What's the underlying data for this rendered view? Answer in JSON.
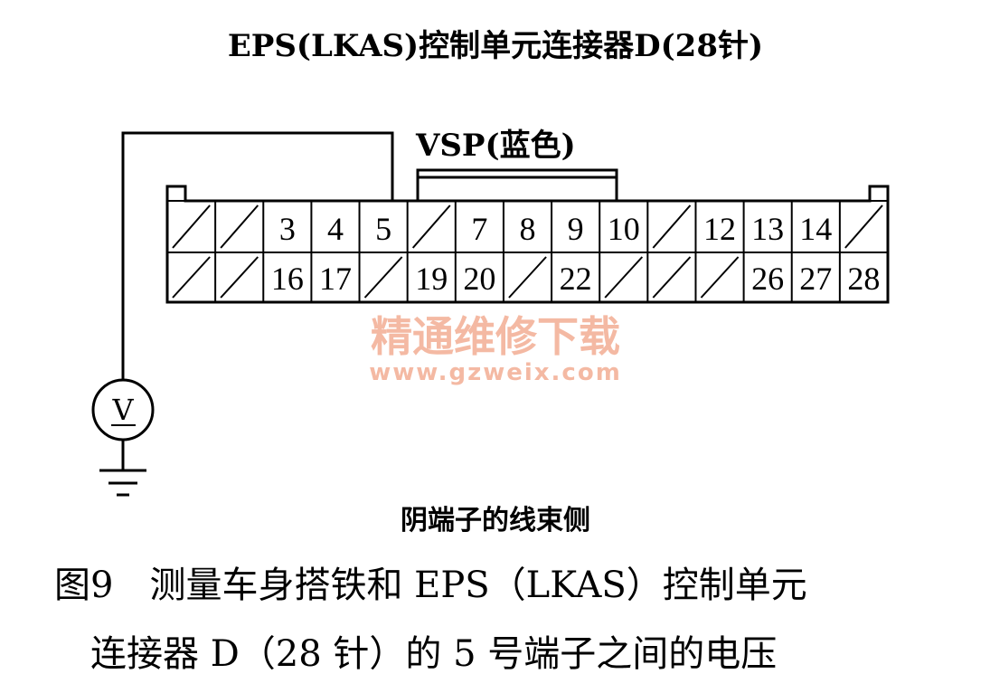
{
  "title": "EPS(LKAS)控制单元连接器D(28针)",
  "vsp_label": "VSP(蓝色)",
  "voltmeter_symbol": "V",
  "connector": {
    "row1": [
      "",
      "",
      "3",
      "4",
      "5",
      "",
      "7",
      "8",
      "9",
      "10",
      "",
      "12",
      "13",
      "14",
      ""
    ],
    "row2": [
      "",
      "",
      "16",
      "17",
      "",
      "19",
      "20",
      "",
      "22",
      "",
      "",
      "",
      "26",
      "27",
      "28"
    ]
  },
  "side_label": "阴端子的线束侧",
  "caption": {
    "line1": "图9　测量车身搭铁和 EPS（LKAS）控制单元",
    "line2": "连接器 D（28 针）的 5 号端子之间的电压"
  },
  "watermark": {
    "text": "精通维修下载",
    "url": "www.gzweix.com"
  }
}
